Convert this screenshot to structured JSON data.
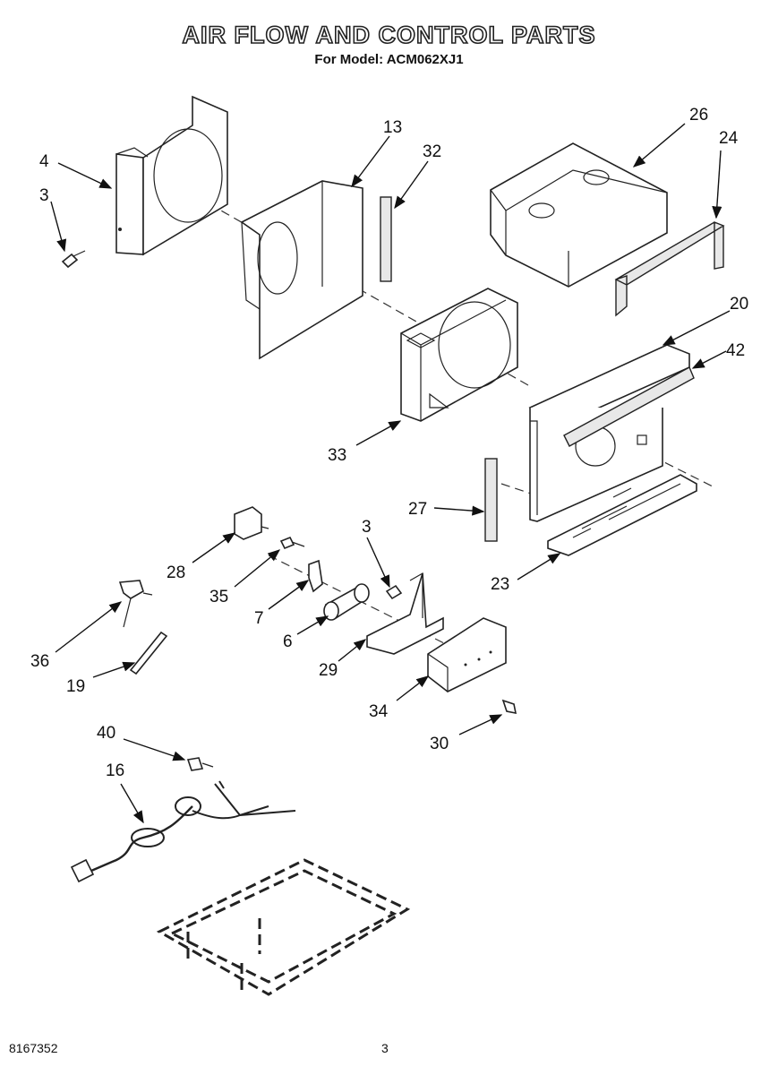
{
  "header": {
    "title": "AIR FLOW AND CONTROL PARTS",
    "subtitle": "For Model: ACM062XJ1"
  },
  "footer": {
    "doc_number": "8167352",
    "page_number": "3"
  },
  "callouts": [
    "4",
    "3",
    "13",
    "32",
    "26",
    "24",
    "20",
    "42",
    "33",
    "27",
    "23",
    "3",
    "28",
    "35",
    "7",
    "6",
    "29",
    "34",
    "30",
    "36",
    "19",
    "40",
    "16"
  ]
}
